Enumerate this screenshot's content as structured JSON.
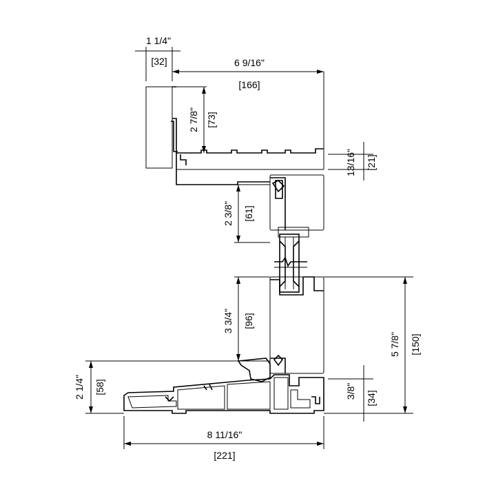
{
  "dimensions": {
    "head_jamb_width_in": "1 1/4\"",
    "head_jamb_width_mm": "[32]",
    "frame_depth_in": "6 9/16\"",
    "frame_depth_mm": "[166]",
    "head_height_in": "2 7/8\"",
    "head_height_mm": "[73]",
    "head_step_in": "13/16\"",
    "head_step_mm": "[21]",
    "top_rail_in": "2 3/8\"",
    "top_rail_mm": "[61]",
    "bottom_rail_in": "3 3/4\"",
    "bottom_rail_mm": "[96]",
    "sill_height_in": "2 1/4\"",
    "sill_height_mm": "[58]",
    "sill_step_in": "3/8\"",
    "sill_step_mm": "[34]",
    "overall_in": "5 7/8\"",
    "overall_mm": "[150]",
    "sill_depth_in": "8 11/16\"",
    "sill_depth_mm": "[221]"
  }
}
